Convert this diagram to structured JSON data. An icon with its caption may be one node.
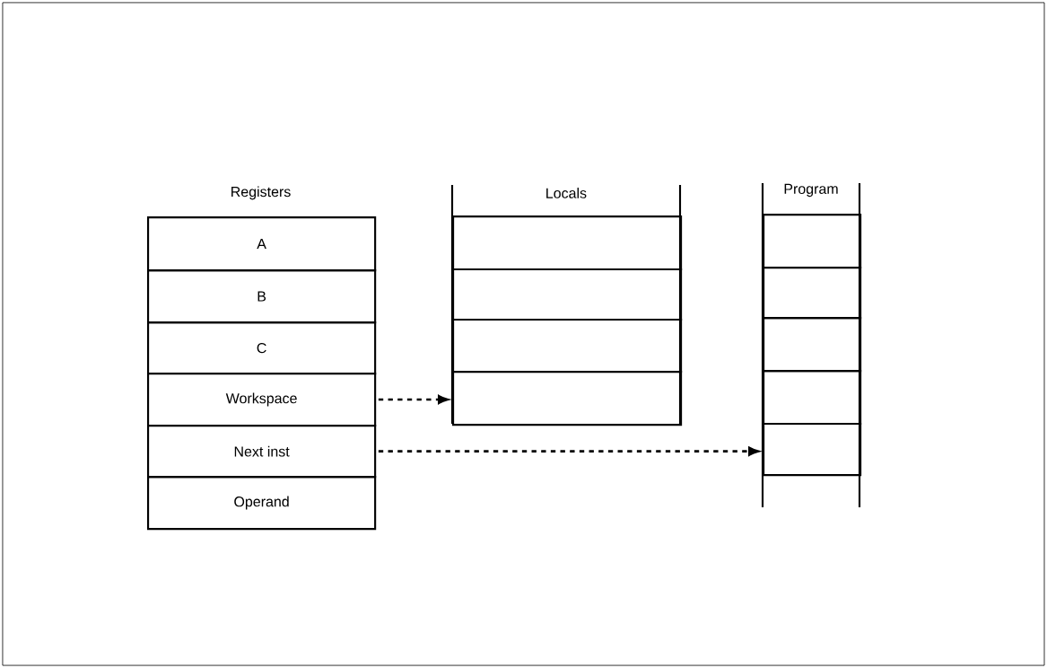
{
  "diagram": {
    "nodes": [
      {
        "text": [
          "Registers"
        ]
      },
      {
        "text": [
          "A"
        ]
      },
      {
        "text": [
          "B"
        ]
      },
      {
        "text": [
          "C"
        ]
      },
      {
        "text": [
          "Workspace"
        ]
      },
      {
        "text": [
          "Next inst"
        ]
      },
      {
        "text": [
          "Operand"
        ]
      },
      {
        "text": [
          "Locals"
        ]
      },
      {
        "text": [],
        "shape": "box",
        "in": 7
      },
      {
        "text": [],
        "shape": "box",
        "in": 7
      },
      {
        "text": [],
        "shape": "box",
        "in": 7
      },
      {
        "text": [],
        "shape": "box",
        "in": 7
      },
      {
        "text": [
          "Program"
        ]
      },
      {
        "text": [],
        "shape": "box",
        "in": 12
      },
      {
        "text": [],
        "shape": "box",
        "in": 12
      },
      {
        "text": [],
        "shape": "box",
        "in": 12
      },
      {
        "text": [],
        "shape": "box",
        "in": 12
      },
      {
        "text": [],
        "shape": "box",
        "in": 12
      }
    ],
    "edges": [
      {
        "from": 4,
        "to": 11,
        "arrow": "to",
        "style": "dashed"
      },
      {
        "from": 5,
        "to": 17,
        "arrow": "to",
        "style": "dashed"
      }
    ]
  }
}
